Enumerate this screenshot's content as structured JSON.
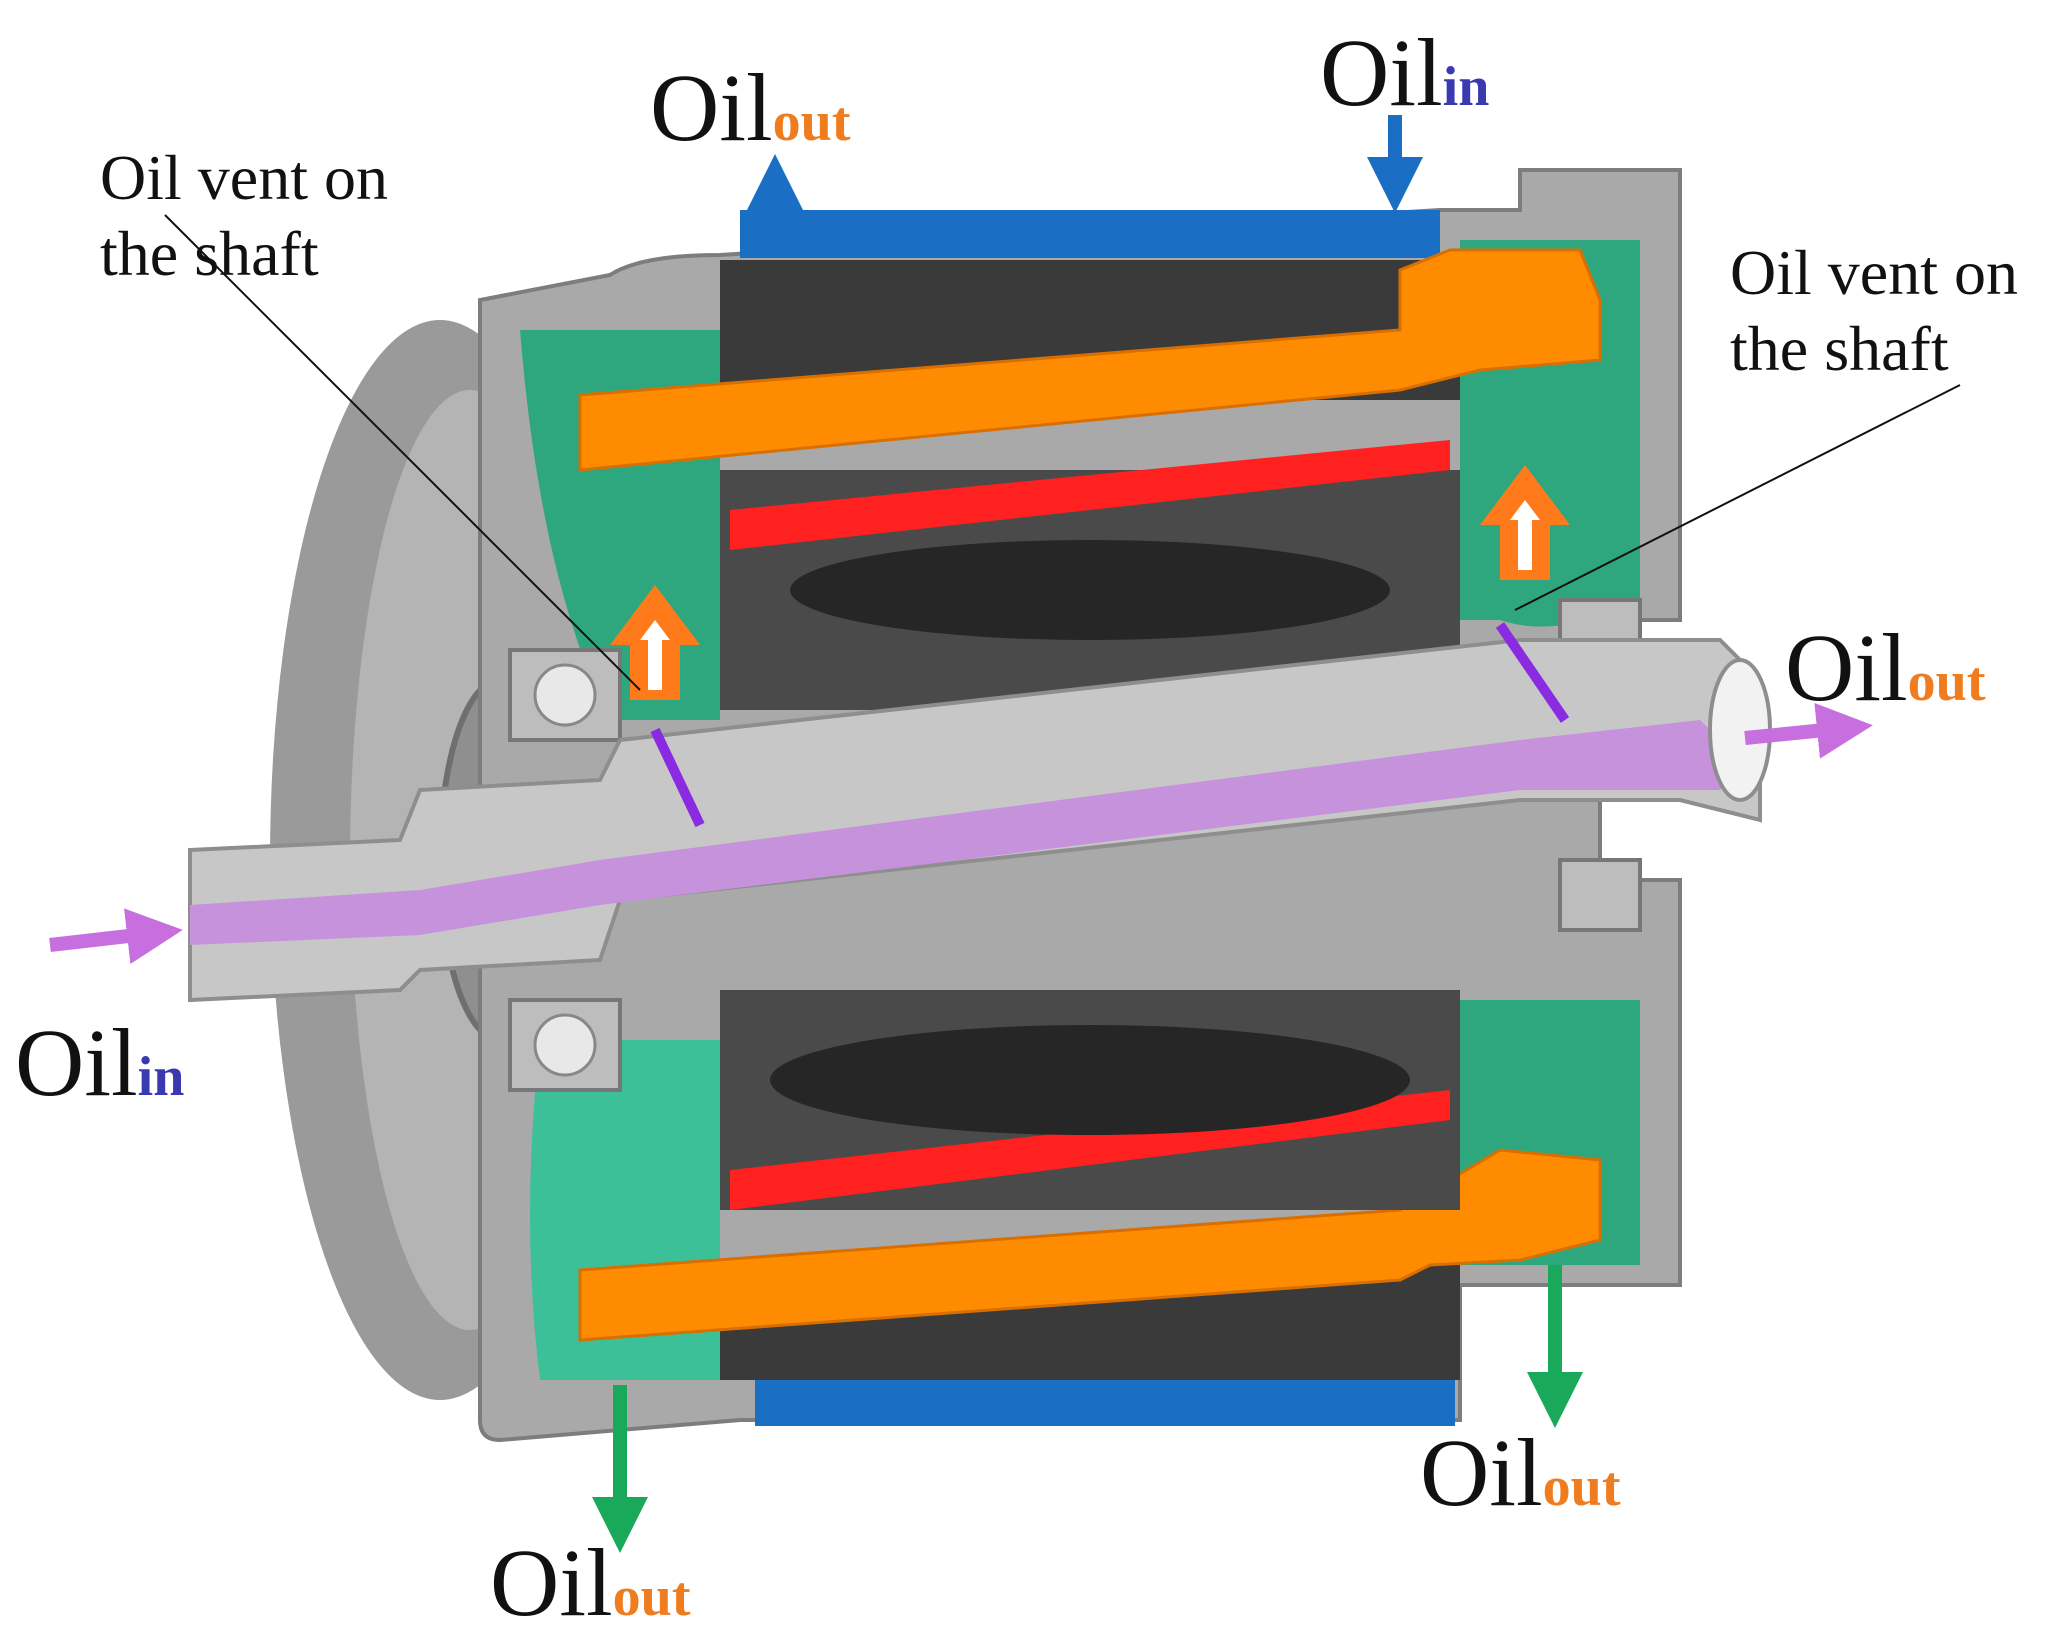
{
  "labels": {
    "oil": "Oil",
    "in": "in",
    "out": "out",
    "vent_left": "Oil vent on the shaft",
    "vent_right": "Oil vent on the shaft"
  },
  "colors": {
    "housing": "#a9a9a9",
    "housing_dark": "#8c8c8c",
    "stator_core": "#3a3a3a",
    "winding": "#ff8c00",
    "magnet": "#ff2020",
    "rotor_core": "#2c2c2c",
    "shaft": "#c7c7c7",
    "shaft_bore": "#c792dc",
    "end_cavity": "#2fa77e",
    "cooling_jacket": "#1a6fc4",
    "jacket_arrow": "#1a6fc4",
    "shaft_arrow": "#c86fe0",
    "radial_arrow": "#ff7a1a",
    "drain_arrow": "#1aa85a",
    "vent_mark": "#8a2be2",
    "in_text": "#3a3ab0",
    "out_text": "#f07c20"
  }
}
